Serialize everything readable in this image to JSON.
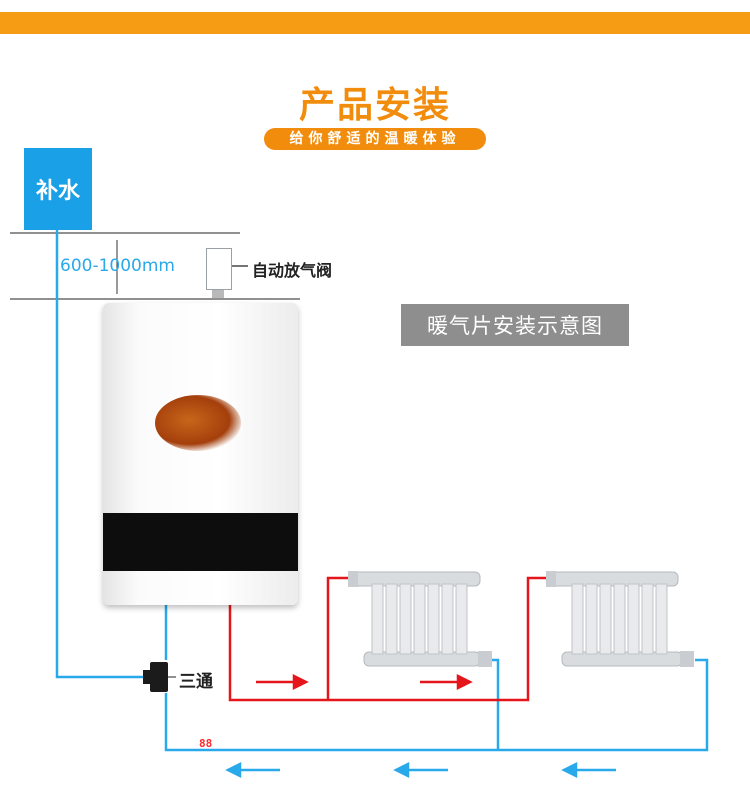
{
  "header": {
    "title": "产品安装",
    "subtitle": "给你舒适的温暖体验",
    "accent_color": "#f59b14"
  },
  "labels": {
    "water_supply": "补水",
    "distance": "600-1000mm",
    "air_vent": "自动放气阀",
    "diagram_caption": "暖气片安装示意图",
    "tee": "三通"
  },
  "boiler": {
    "display": "88"
  },
  "colors": {
    "hot_pipe": "#e5161b",
    "cold_pipe": "#29a9e9",
    "supply_box": "#1aa0e6",
    "caption_box": "#8e8e8e"
  }
}
